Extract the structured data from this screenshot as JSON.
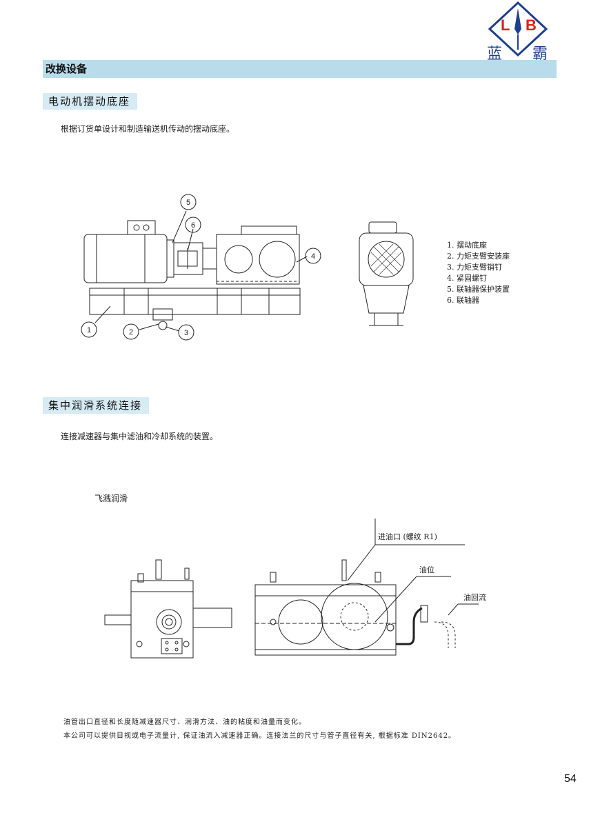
{
  "logo": {
    "letter_left": "L",
    "letter_right": "B",
    "cn_left": "蓝",
    "cn_right": "霸"
  },
  "section": {
    "title": "改换设备"
  },
  "swing_base": {
    "title": "电动机摆动底座",
    "description": "根据订货单设计和制造输送机传动的摆动底座。",
    "callouts": [
      "5",
      "6",
      "4",
      "1",
      "2",
      "3"
    ],
    "legend": [
      "1. 摆动底座",
      "2. 力矩支臂安装座",
      "3. 力矩支臂销钉",
      "4. 紧固螺钉",
      "5. 联轴器保护装置",
      "6. 联轴器"
    ]
  },
  "lubrication": {
    "title": "集中润滑系统连接",
    "description": "连接减速器与集中滤油和冷却系统的装置。",
    "subheading": "飞溅润滑",
    "labels": {
      "inlet": "进油口 (螺纹 R1)",
      "oil_level": "油位",
      "oil_return": "油回流"
    },
    "notes": [
      "油管出口直径和长度随减速器尺寸、润滑方法、油的粘度和油量而变化。",
      "本公司可以提供目视或电子流量计, 保证油流入减速器正确。连接法兰的尺寸与管子直径有关, 根据标准 DIN2642。"
    ]
  },
  "page": {
    "number": "54"
  },
  "colors": {
    "section_bar": "#b9dceb",
    "sub_tab": "#d6ebf4",
    "logo_red": "#e0201c",
    "logo_blue": "#1d3f8f"
  }
}
